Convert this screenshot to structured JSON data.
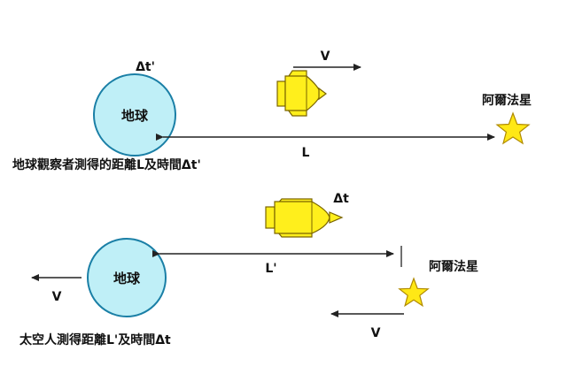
{
  "top": {
    "earth_label": "地球",
    "delta_t_label": "Δt'",
    "velocity_label": "V",
    "distance_label": "L",
    "star_label": "阿爾法星",
    "caption": "地球觀察者測得的距離L及時間Δt'"
  },
  "bottom": {
    "earth_label": "地球",
    "delta_t_label": "Δt",
    "earth_velocity_label": "V",
    "star_velocity_label": "V",
    "distance_label": "L'",
    "star_label": "阿爾法星",
    "caption": "太空人測得距離L'及時間Δt"
  },
  "colors": {
    "earth_fill": "#bfeff7",
    "earth_stroke": "#1a7fa6",
    "star_fill": "#ffe816",
    "star_stroke": "#b08a00",
    "ship_fill": "#ffef1c",
    "ship_stroke": "#7a6500",
    "line": "#222222"
  }
}
